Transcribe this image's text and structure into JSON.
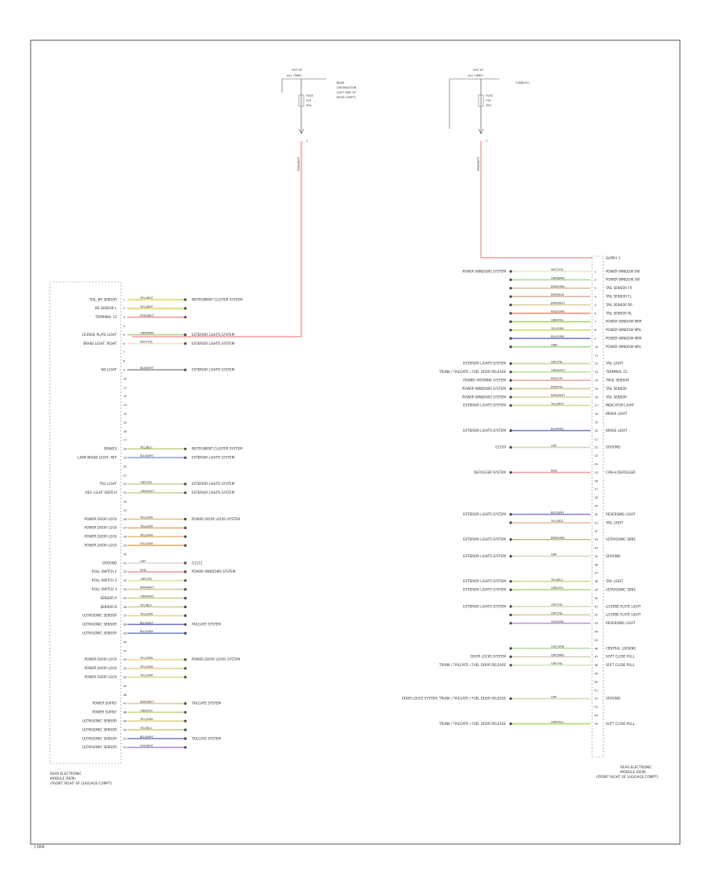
{
  "diagram": {
    "left_module": {
      "pins": [
        {
          "label": "TAIL, BR SENSOR",
          "code": "YEL/WHT",
          "sys": "INSTRUMENT CLUSTER SYSTEM",
          "c": "#d8d860"
        },
        {
          "label": "BR SENSOR L",
          "code": "YEL/WHT",
          "sys": "",
          "c": "#d8d860"
        },
        {
          "label": "TERMINAL 15",
          "code": "RED/WHT",
          "sys": "",
          "c": "#f0a0a0"
        },
        {
          "label": "",
          "code": "",
          "sys": "",
          "c": ""
        },
        {
          "label": "LICENSE PLATE LIGHT",
          "code": "GRN/BRN",
          "sys": "EXTERIOR LIGHTS SYSTEM",
          "c": "#a8d888"
        },
        {
          "label": "BRAKE LIGHT, RIGHT",
          "code": "WHT/YEL",
          "sys": "EXTERIOR LIGHTS SYSTEM",
          "c": "#e8e8c8"
        },
        {
          "label": "",
          "code": "",
          "sys": "",
          "c": ""
        },
        {
          "label": "",
          "code": "",
          "sys": "",
          "c": ""
        },
        {
          "label": "NO LIGHT",
          "code": "BLK/WHT",
          "sys": "EXTERIOR LIGHTS SYSTEM",
          "c": "#999999"
        },
        {
          "label": "",
          "code": "",
          "sys": "",
          "c": ""
        },
        {
          "label": "",
          "code": "",
          "sys": "",
          "c": ""
        },
        {
          "label": "",
          "code": "",
          "sys": "",
          "c": ""
        },
        {
          "label": "",
          "code": "",
          "sys": "",
          "c": ""
        },
        {
          "label": "",
          "code": "",
          "sys": "",
          "c": ""
        },
        {
          "label": "",
          "code": "",
          "sys": "",
          "c": ""
        },
        {
          "label": "",
          "code": "",
          "sys": "",
          "c": ""
        },
        {
          "label": "",
          "code": "",
          "sys": "",
          "c": ""
        },
        {
          "label": "BRAKES",
          "code": "YEL/BLU",
          "sys": "INSTRUMENT CLUSTER SYSTEM",
          "c": "#c8d088"
        },
        {
          "label": "LAMP BRAKE LIGHT, REF",
          "code": "BLU/WHT",
          "sys": "EXTERIOR LIGHTS SYSTEM",
          "c": "#a0a0e0"
        },
        {
          "label": "",
          "code": "",
          "sys": "",
          "c": ""
        },
        {
          "label": "",
          "code": "",
          "sys": "",
          "c": ""
        },
        {
          "label": "TAIL LIGHT",
          "code": "GRY/YEL",
          "sys": "EXTERIOR LIGHTS SYSTEM",
          "c": "#d0d0a0"
        },
        {
          "label": "REV. LIGHT SWITCH",
          "code": "GRN/WHT",
          "sys": "EXTERIOR LIGHTS SYSTEM",
          "c": "#c8d8a0"
        },
        {
          "label": "",
          "code": "",
          "sys": "",
          "c": ""
        },
        {
          "label": "",
          "code": "",
          "sys": "",
          "c": ""
        },
        {
          "label": "POWER DOOR LOCK",
          "code": "YEL/GRN",
          "sys": "POWER DOOR LOCKS SYSTEM",
          "c": "#e8c080"
        },
        {
          "label": "POWER DOOR LOCK",
          "code": "YEL/GRN",
          "sys": "",
          "c": "#e8b070"
        },
        {
          "label": "POWER DOOR LOCK",
          "code": "YEL/GRN",
          "sys": "",
          "c": "#e8c080"
        },
        {
          "label": "POWER DOOR LOCK",
          "code": "YEL/GRN",
          "sys": "",
          "c": "#e8b070"
        },
        {
          "label": "",
          "code": "",
          "sys": "",
          "c": ""
        },
        {
          "label": "GROUND",
          "code": "GRY",
          "sys": "G1112",
          "c": "#d8d8d8"
        },
        {
          "label": "ROLL SWITCH 1",
          "code": "RED",
          "sys": "POWER WINDOWS SYSTEM",
          "c": "#f0a0a0"
        },
        {
          "label": "ROLL SWITCH 2",
          "code": "GRY/YEL",
          "sys": "",
          "c": "#e0e0b0"
        },
        {
          "label": "ROLL SWITCH 3",
          "code": "BRN/WHT",
          "sys": "",
          "c": "#d8c8a0"
        },
        {
          "label": "SENSOR A",
          "code": "GRN/RED",
          "sys": "",
          "c": "#c8d890"
        },
        {
          "label": "SENSOR B",
          "code": "YEL/BLU",
          "sys": "",
          "c": "#c8d088"
        },
        {
          "label": "ULTRASONIC SENSOR",
          "code": "YEL/GRN",
          "sys": "",
          "c": "#e0d890"
        },
        {
          "label": "ULTRASONIC SENSOR",
          "code": "BLU/WHT",
          "sys": "TAILGATE SYSTEM",
          "c": "#7878d0"
        },
        {
          "label": "ULTRASONIC SENSOR",
          "code": "BLU/GRN",
          "sys": "",
          "c": "#7890c8"
        },
        {
          "label": "",
          "code": "",
          "sys": "",
          "c": ""
        },
        {
          "label": "",
          "code": "",
          "sys": "",
          "c": ""
        },
        {
          "label": "POWER DOOR LOCK",
          "code": "YEL/GRN",
          "sys": "POWER DOOR LOCKS SYSTEM",
          "c": "#e0d890"
        },
        {
          "label": "POWER DOOR LOCK",
          "code": "YEL/GRN",
          "sys": "",
          "c": "#e0d890"
        },
        {
          "label": "POWER DOOR LOCK",
          "code": "YEL/GRN",
          "sys": "",
          "c": "#e0d890"
        },
        {
          "label": "",
          "code": "",
          "sys": "",
          "c": ""
        },
        {
          "label": "",
          "code": "",
          "sys": "",
          "c": ""
        },
        {
          "label": "POWER SUPPLY",
          "code": "BRN/WHT",
          "sys": "TAILGATE SYSTEM",
          "c": "#d8d0a0"
        },
        {
          "label": "POWER SUPPLY",
          "code": "GRN/YEL",
          "sys": "",
          "c": "#c8d890"
        },
        {
          "label": "ULTRASONIC SENSOR",
          "code": "YEL/GRN",
          "sys": "",
          "c": "#e0d890"
        },
        {
          "label": "ULTRASONIC SENSOR",
          "code": "YEL/BLU",
          "sys": "",
          "c": "#c8d088"
        },
        {
          "label": "ULTRASONIC SENSOR",
          "code": "BLU/WHT",
          "sys": "TAILGATE SYSTEM",
          "c": "#7878d0"
        },
        {
          "label": "ULTRASONIC SENSOR",
          "code": "VIO/WHT",
          "sys": "",
          "c": "#b890d8"
        }
      ],
      "footer": [
        "REAR ELECTRONIC",
        "MODULE (REM)",
        "(FRONT RIGHT OF LUGGAGE COMPT)"
      ]
    },
    "right_module": {
      "header": "SUPPLY 1",
      "pins": [
        {
          "label": "POWER WINDOW SW",
          "code": "WHT/YEL",
          "sys": "POWER WINDOWS SYSTEM",
          "c": "#e8e8c8"
        },
        {
          "label": "POWER WINDOW SW",
          "code": "GRN/BRN",
          "sys": "",
          "c": "#b8d8a0"
        },
        {
          "label": "TAIL SENSOR FR",
          "code": "BRN/GRN",
          "sys": "",
          "c": "#d8c8a0"
        },
        {
          "label": "TAIL SENSOR FL",
          "code": "BRN/RED",
          "sys": "",
          "c": "#d8b8a0"
        },
        {
          "label": "TAIL SENSOR RR",
          "code": "BRN/WHT",
          "sys": "",
          "c": "#d8d0a0"
        },
        {
          "label": "TAIL SENSOR RL",
          "code": "RED/GRN",
          "sys": "",
          "c": "#f09070"
        },
        {
          "label": "POWER WINDOW MRR",
          "code": "GRN/YEL",
          "sys": "",
          "c": "#a8d870"
        },
        {
          "label": "POWER WINDOW MRL",
          "code": "YEL/GRN",
          "sys": "",
          "c": "#c8e070"
        },
        {
          "label": "POWER WINDOW MRR",
          "code": "BLU/GRN",
          "sys": "",
          "c": "#8080d8"
        },
        {
          "label": "POWER WINDOW MRL",
          "code": "GRN",
          "sys": "",
          "c": "#a8d890"
        },
        {
          "label": "",
          "code": "",
          "sys": "",
          "c": ""
        },
        {
          "label": "TAIL LIGHT",
          "code": "GRY/YEL",
          "sys": "EXTERIOR LIGHTS SYSTEM",
          "c": "#d0d0a0"
        },
        {
          "label": "TERMINAL 15",
          "code": "GRN/WHT",
          "sys": "TRUNK / TAILGATE / FUEL DOOR RELEASE",
          "c": "#c8e0b0"
        },
        {
          "label": "TRAIL SENSOR",
          "code": "RED/YEL",
          "sys": "POWER ANTENNA SYSTEM",
          "c": "#f0b0a0"
        },
        {
          "label": "TAIL SENSOR",
          "code": "BRN/YEL",
          "sys": "POWER WINDOWS SYSTEM",
          "c": "#d8c8a0"
        },
        {
          "label": "TAIL SENSOR",
          "code": "BRN/WHT",
          "sys": "POWER WINDOWS SYSTEM",
          "c": "#d8d0a0"
        },
        {
          "label": "INDICATOR LIGHT",
          "code": "YEL/WHT",
          "sys": "EXTERIOR LIGHTS SYSTEM",
          "c": "#d8d890"
        },
        {
          "label": "BRAKE LIGHT",
          "code": "",
          "sys": "",
          "c": ""
        },
        {
          "label": "",
          "code": "",
          "sys": "",
          "c": ""
        },
        {
          "label": "BRAKE LIGHT",
          "code": "BLU/RED",
          "sys": "EXTERIOR LIGHTS SYSTEM",
          "c": "#8080c8"
        },
        {
          "label": "",
          "code": "",
          "sys": "",
          "c": ""
        },
        {
          "label": "GROUND",
          "code": "GRY",
          "sys": "G1100",
          "c": "#d8d8b8"
        },
        {
          "label": "",
          "code": "",
          "sys": "",
          "c": ""
        },
        {
          "label": "",
          "code": "",
          "sys": "",
          "c": ""
        },
        {
          "label": "CAN-H DEFOGGER",
          "code": "RED",
          "sys": "DEFOGGER SYSTEM",
          "c": "#f0a0a0"
        },
        {
          "label": "",
          "code": "",
          "sys": "",
          "c": ""
        },
        {
          "label": "",
          "code": "",
          "sys": "",
          "c": ""
        },
        {
          "label": "",
          "code": "",
          "sys": "",
          "c": ""
        },
        {
          "label": "",
          "code": "",
          "sys": "",
          "c": ""
        },
        {
          "label": "REVERSING LIGHT",
          "code": "BLU/WHT",
          "sys": "EXTERIOR LIGHTS SYSTEM",
          "c": "#8888d0"
        },
        {
          "label": "TAIL LIGHT",
          "code": "YEL/RED",
          "sys": "",
          "c": "#f0b8a0"
        },
        {
          "label": "",
          "code": "",
          "sys": "",
          "c": ""
        },
        {
          "label": "ULTRASONIC SENS",
          "code": "BRN/GRN",
          "sys": "EXTERIOR LIGHTS SYSTEM",
          "c": "#c8c090"
        },
        {
          "label": "",
          "code": "",
          "sys": "",
          "c": ""
        },
        {
          "label": "GROUND",
          "code": "GRY",
          "sys": "EXTERIOR LIGHTS SYSTEM",
          "c": "#d8d8b8"
        },
        {
          "label": "",
          "code": "",
          "sys": "",
          "c": ""
        },
        {
          "label": "",
          "code": "",
          "sys": "",
          "c": ""
        },
        {
          "label": "TAIL LIGHT",
          "code": "YEL/BLU",
          "sys": "EXTERIOR LIGHTS SYSTEM",
          "c": "#d8d890"
        },
        {
          "label": "ULTRASONIC SENS",
          "code": "GRN/YEL",
          "sys": "EXTERIOR LIGHTS SYSTEM",
          "c": "#b8d890"
        },
        {
          "label": "",
          "code": "",
          "sys": "",
          "c": ""
        },
        {
          "label": "LICENSE PLATE LIGHT",
          "code": "GRY/YEL",
          "sys": "EXTERIOR LIGHTS SYSTEM",
          "c": "#d8d8b0"
        },
        {
          "label": "LICENSE PLATE LIGHT",
          "code": "GRY/YEL",
          "sys": "",
          "c": "#e0c8a0"
        },
        {
          "label": "REVERSING LIGHT",
          "code": "VIO/GRN",
          "sys": "",
          "c": "#c0a0d8"
        },
        {
          "label": "",
          "code": "",
          "sys": "",
          "c": ""
        },
        {
          "label": "",
          "code": "",
          "sys": "",
          "c": ""
        },
        {
          "label": "CENTRAL LOCKING",
          "code": "GRY/GRN",
          "sys": "",
          "c": "#b8d8a0"
        },
        {
          "label": "SOFT CLOSE PULL",
          "code": "GRY/BRN",
          "sys": "DOOR LOCKS SYSTEM",
          "c": "#d8d0b8"
        },
        {
          "label": "SOFT CLOSE PULL",
          "code": "GRY/YEL",
          "sys": "TRUNK / TAILGATE / FUEL DOOR RELEASE",
          "c": "#e0e0c0"
        },
        {
          "label": "",
          "code": "",
          "sys": "",
          "c": ""
        },
        {
          "label": "",
          "code": "",
          "sys": "",
          "c": ""
        },
        {
          "label": "",
          "code": "",
          "sys": "",
          "c": ""
        },
        {
          "label": "GROUND",
          "code": "GRY",
          "sys": "DOOR LOCKS SYSTEM, TRUNK / TAILGATE / FUEL DOOR RELEASE",
          "c": "#d8d8b8"
        },
        {
          "label": "",
          "code": "",
          "sys": "",
          "c": ""
        },
        {
          "label": "",
          "code": "",
          "sys": "",
          "c": ""
        },
        {
          "label": "SOFT CLOSE PULL",
          "code": "GRN/YEL",
          "sys": "TRUNK / TAILGATE / FUEL DOOR RELEASE",
          "c": "#b8d870"
        }
      ],
      "footer": [
        "REAR ELECTRONIC",
        "MODULE (REM)",
        "(FRONT RIGHT OF LUGGAGE COMPT)"
      ]
    },
    "fuse_left": {
      "top": "HOT AT",
      "name": "ALL TIMES",
      "fuse": [
        "FUSE",
        "F24",
        "30A"
      ],
      "note": [
        "REAR",
        "DISTRIBUTION",
        "(LEFT SIDE OF",
        "REAR COMPT)"
      ],
      "wire": "RED/WHT",
      "pin": "1"
    },
    "fuse_right": {
      "top": "HOT AT",
      "name": "ALL TIMES",
      "fuse": [
        "FUSE",
        "F33",
        "30A"
      ],
      "note": [
        "TURBOCH."
      ],
      "wire": "RED/WHT",
      "pin": "1"
    },
    "page_tag": "1 REM"
  }
}
